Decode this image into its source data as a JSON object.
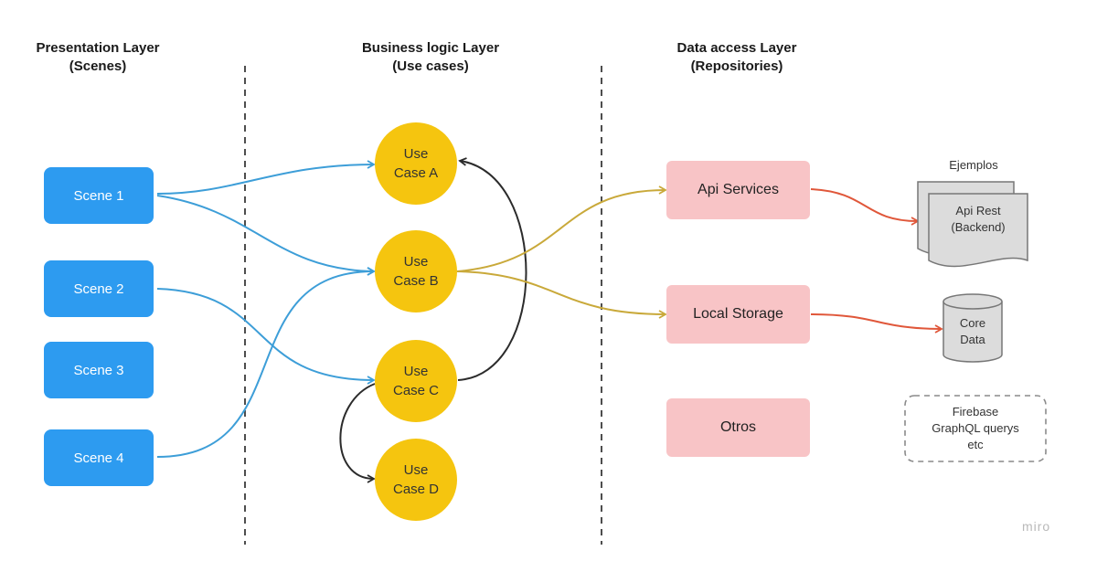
{
  "headers": {
    "presentation": {
      "line1": "Presentation Layer",
      "line2": "(Scenes)"
    },
    "business": {
      "line1": "Business logic Layer",
      "line2": "(Use cases)"
    },
    "data": {
      "line1": "Data access Layer",
      "line2": "(Repositories)"
    }
  },
  "scenes": [
    "Scene 1",
    "Scene 2",
    "Scene 3",
    "Scene 4"
  ],
  "use_cases": [
    {
      "line1": "Use",
      "line2": "Case A"
    },
    {
      "line1": "Use",
      "line2": "Case B"
    },
    {
      "line1": "Use",
      "line2": "Case C"
    },
    {
      "line1": "Use",
      "line2": "Case D"
    }
  ],
  "repositories": [
    "Api Services",
    "Local Storage",
    "Otros"
  ],
  "examples": {
    "label": "Ejemplos",
    "api_rest": {
      "line1": "Api Rest",
      "line2": "(Backend)"
    },
    "core_data": {
      "line1": "Core",
      "line2": "Data"
    },
    "others": {
      "line1": "Firebase",
      "line2": "GraphQL querys",
      "line3": "etc"
    }
  },
  "watermark": "miro",
  "colors": {
    "scene": "#2d9bf0",
    "use_case": "#f5c50f",
    "repository": "#f8c4c6",
    "scene_edge": "#3d9ed8",
    "repo_edge": "#c9a93a",
    "example_edge": "#e0573a",
    "usecase_link": "#2b2b2b"
  }
}
